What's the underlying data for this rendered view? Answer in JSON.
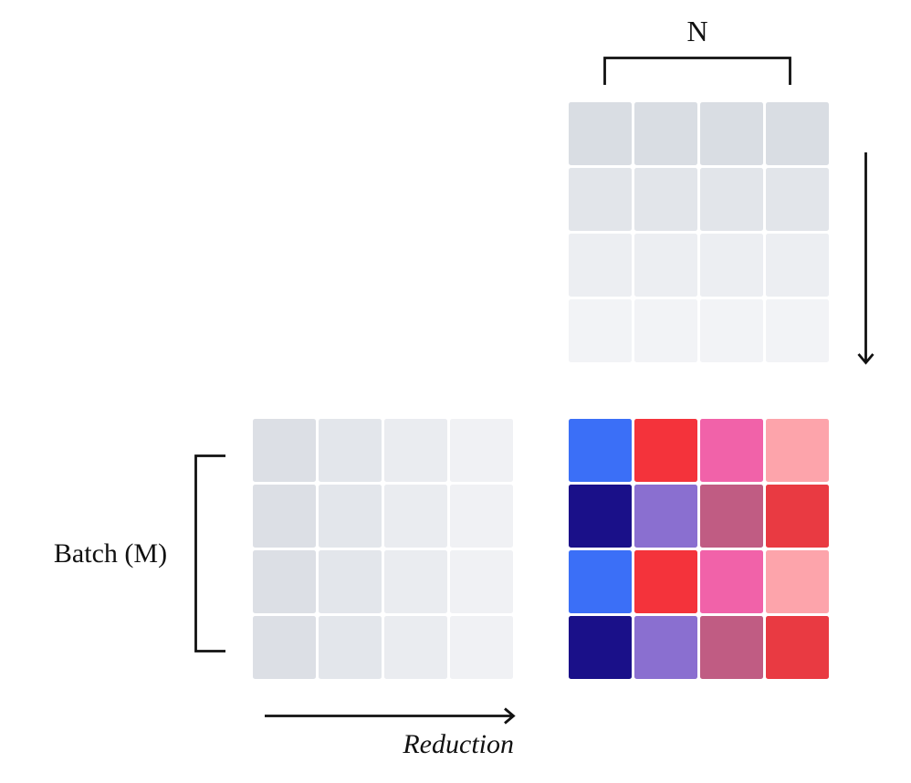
{
  "diagram": {
    "background": "#ffffff",
    "line_color": "#111111",
    "text_color": "#111111",
    "gap_color": "#ffffff",
    "labels": {
      "n_dimension": "N",
      "batch_dimension": "Batch (M)",
      "reduction_axis": "Reduction"
    },
    "icons": [
      "n-dimension-bracket",
      "batch-m-bracket",
      "column-traversal-down-arrow-icon",
      "reduction-right-arrow-icon"
    ]
  },
  "matrices": {
    "rhs_top": {
      "cell_name": "rhs-matrix-cell",
      "rows": 4,
      "cols": 4,
      "row_colors": [
        "#d9dde3",
        "#e2e5ea",
        "#eceef2",
        "#f2f3f6"
      ]
    },
    "lhs_left": {
      "cell_name": "lhs-matrix-cell",
      "rows": 4,
      "cols": 4,
      "col_colors": [
        "#dcdfe5",
        "#e3e6eb",
        "#eaecf0",
        "#f0f1f4"
      ]
    },
    "output": {
      "cell_name": "output-matrix-cell",
      "rows": 4,
      "cols": 4,
      "cell_colors": [
        [
          "#3b6ff7",
          "#f4333b",
          "#f162a9",
          "#fda4ab"
        ],
        [
          "#1a1089",
          "#8a6fd0",
          "#c05c83",
          "#e93a42"
        ],
        [
          "#3b6ff7",
          "#f4333b",
          "#f162a9",
          "#fda4ab"
        ],
        [
          "#1a1089",
          "#8a6fd0",
          "#c05c83",
          "#e93a42"
        ]
      ]
    }
  }
}
